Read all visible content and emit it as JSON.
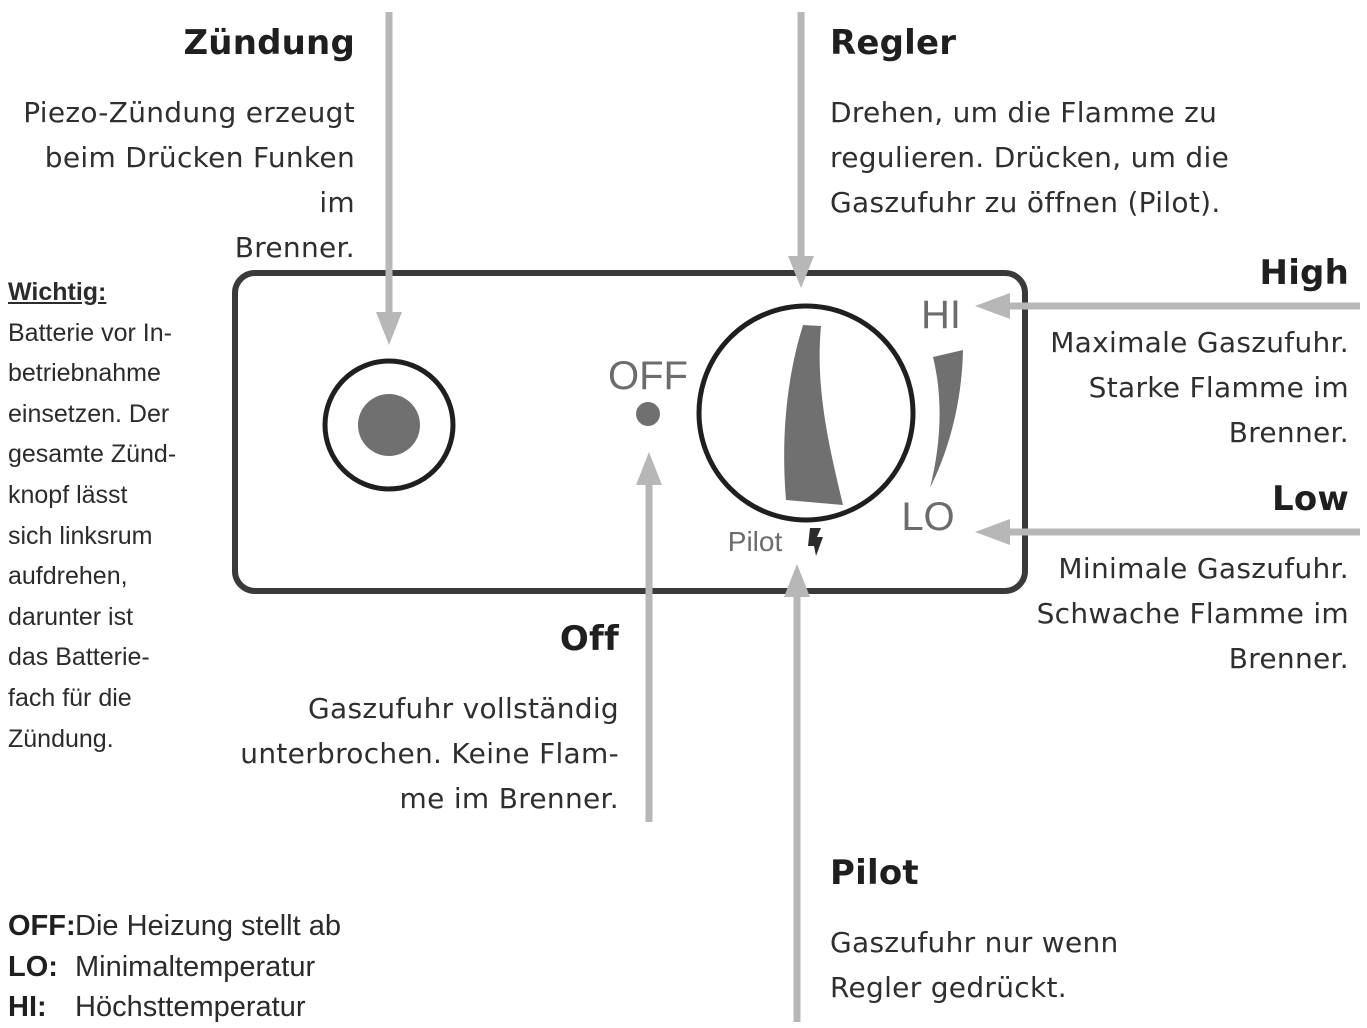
{
  "colors": {
    "arrow": "#b7b7b7",
    "knob_fill": "#707070",
    "outline": "#3a3a3a",
    "panel_text": "#6c6c6c"
  },
  "panel": {
    "hi": "HI",
    "lo": "LO",
    "off": "OFF",
    "pilot": "Pilot"
  },
  "zuendung": {
    "title": "Zündung",
    "lines": [
      "Piezo-Zündung erzeugt",
      "beim Drücken Funken im",
      "Brenner."
    ]
  },
  "regler": {
    "title": "Regler",
    "lines": [
      "Drehen, um die Flamme zu",
      "regulieren. Drücken, um die",
      "Gaszufuhr zu öffnen (Pilot)."
    ]
  },
  "high": {
    "title": "High",
    "lines": [
      "Maximale Gaszufuhr.",
      "Starke Flamme im",
      "Brenner."
    ]
  },
  "low": {
    "title": "Low",
    "lines": [
      "Minimale Gaszufuhr.",
      "Schwache Flamme im",
      "Brenner."
    ]
  },
  "off": {
    "title": "Off",
    "lines": [
      "Gaszufuhr vollständig",
      "unterbrochen. Keine Flam-",
      "me im Brenner."
    ]
  },
  "pilot": {
    "title": "Pilot",
    "lines": [
      "Gaszufuhr nur wenn",
      "Regler gedrückt."
    ]
  },
  "wichtig": {
    "title": "Wichtig:",
    "lines": [
      "Batterie vor In-",
      "betriebnahme",
      "einsetzen. Der",
      "gesamte Zünd-",
      "knopf lässt",
      "sich linksrum",
      "aufdrehen,",
      "darunter ist",
      "das Batterie-",
      "fach für die",
      "Zündung."
    ]
  },
  "legend": [
    {
      "key": "OFF:",
      "text": "Die Heizung stellt ab"
    },
    {
      "key": "LO:",
      "text": "Minimaltemperatur"
    },
    {
      "key": "HI:",
      "text": "Höchsttemperatur"
    }
  ]
}
